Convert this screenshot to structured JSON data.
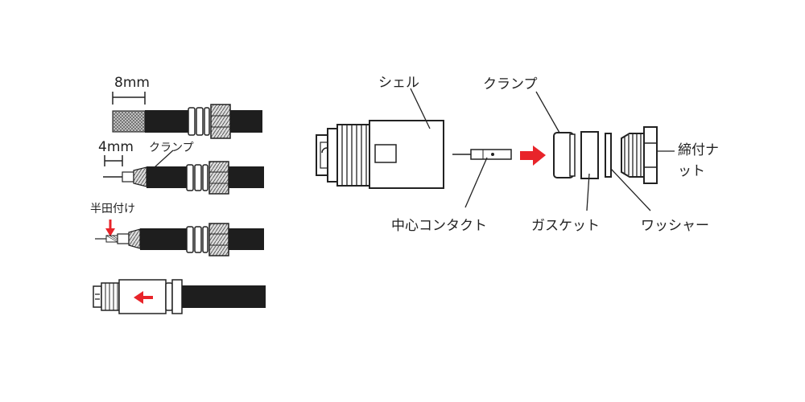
{
  "left": {
    "dim_strip": "8mm",
    "dim_pin": "4mm",
    "clamp": "クランプ",
    "solder": "半田付け"
  },
  "right": {
    "shell": "シェル",
    "clamp": "クランプ",
    "nut_line1": "締付ナ",
    "nut_line2": "ット",
    "contact": "中心コンタクト",
    "gasket": "ガスケット",
    "washer": "ワッシャー"
  },
  "colors": {
    "arrow": "#e8242a",
    "cable": "#1e1e1e",
    "ink": "#222222"
  }
}
